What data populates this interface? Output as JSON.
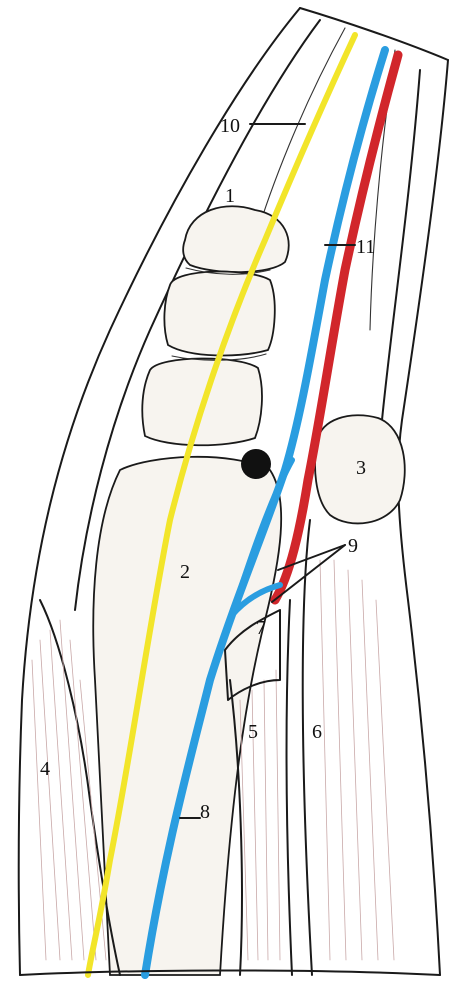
{
  "colors": {
    "nerve": "#f2e52a",
    "vein": "#2a9de0",
    "artery": "#d1262b",
    "marker": "#111111",
    "muscle_hatch": "#c9a9a9"
  },
  "labels": {
    "l1": "1",
    "l2": "2",
    "l3": "3",
    "l4": "4",
    "l5": "5",
    "l6": "6",
    "l7": "7",
    "l8": "8",
    "l9": "9",
    "l10": "10",
    "l11": "11"
  }
}
